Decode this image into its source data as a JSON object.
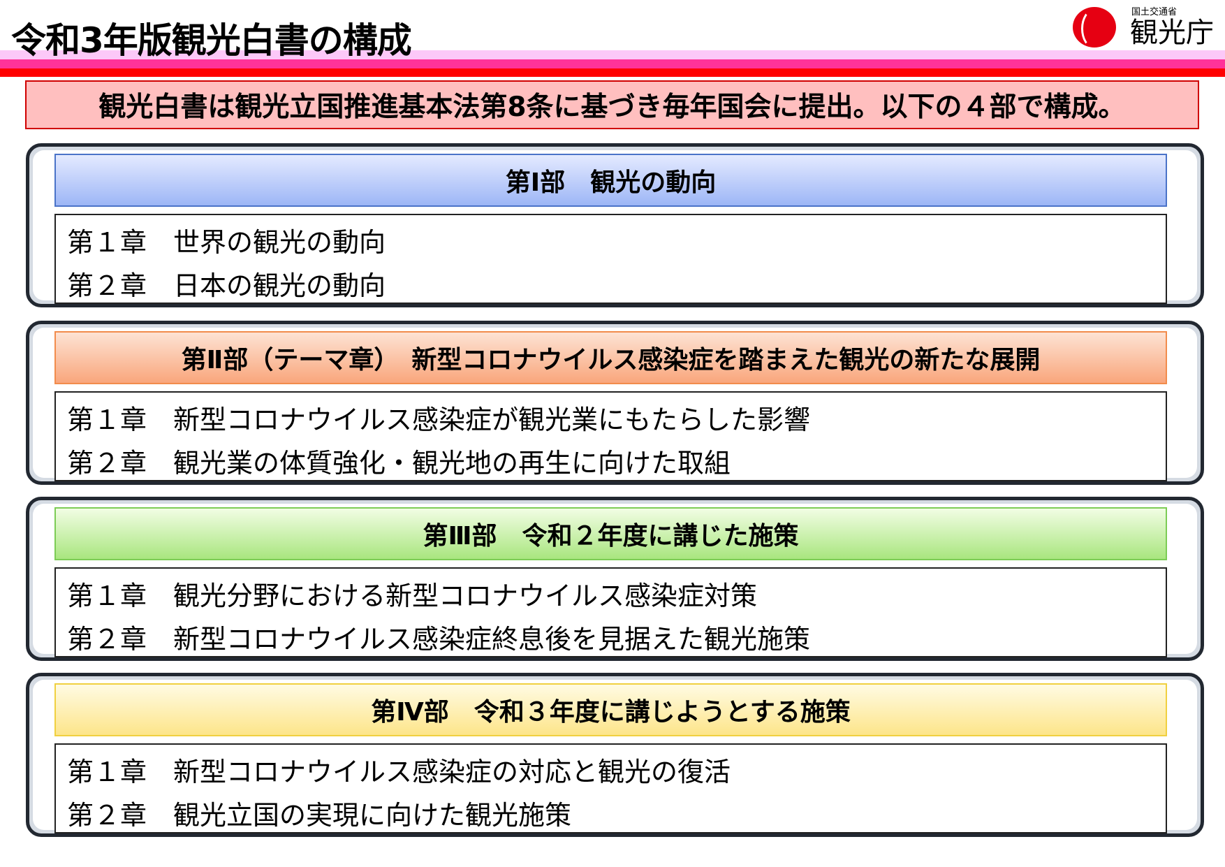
{
  "title": "令和3年版観光白書の構成",
  "logo": {
    "ministry": "国土交通省",
    "agency": "観光庁",
    "brand_color": "#e60012"
  },
  "lead": "観光白書は観光立国推進基本法第8条に基づき毎年国会に提出。以下の４部で構成。",
  "parts": [
    {
      "heading": "第Ⅰ部　観光の動向",
      "color": "#9db6f6",
      "chapters": [
        "第１章　世界の観光の動向",
        "第２章　日本の観光の動向"
      ]
    },
    {
      "heading": "第Ⅱ部（テーマ章）　新型コロナウイルス感染症を踏まえた観光の新たな展開",
      "color": "#f9a67c",
      "chapters": [
        "第１章　新型コロナウイルス感染症が観光業にもたらした影響",
        "第２章　観光業の体質強化・観光地の再生に向けた取組"
      ]
    },
    {
      "heading": "第Ⅲ部　令和２年度に講じた施策",
      "color": "#a9e67f",
      "chapters": [
        "第１章　観光分野における新型コロナウイルス感染症対策",
        "第２章　新型コロナウイルス感染症終息後を見据えた観光施策"
      ]
    },
    {
      "heading": "第Ⅳ部　令和３年度に講じようとする施策",
      "color": "#fde58a",
      "chapters": [
        "第１章　新型コロナウイルス感染症の対応と観光の復活",
        "第２章　観光立国の実現に向けた観光施策"
      ]
    }
  ]
}
